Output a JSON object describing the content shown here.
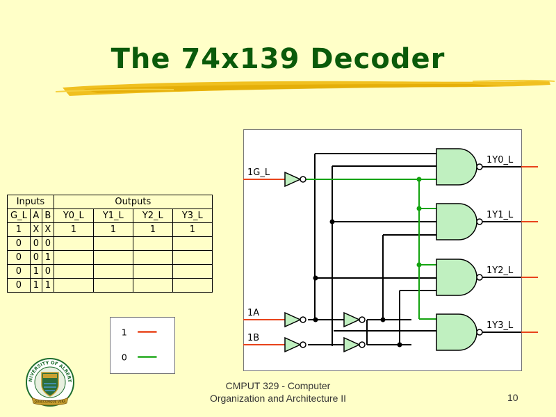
{
  "slide": {
    "title": "The 74x139 Decoder",
    "footer_line1": "CMPUT 329 - Computer",
    "footer_line2": "Organization and Architecture II",
    "page_number": "10"
  },
  "truth_table": {
    "group_inputs": "Inputs",
    "group_outputs": "Outputs",
    "headers": [
      "G_L",
      "A",
      "B",
      "Y0_L",
      "Y1_L",
      "Y2_L",
      "Y3_L"
    ],
    "rows": [
      [
        "1",
        "X",
        "X",
        "1",
        "1",
        "1",
        "1"
      ],
      [
        "0",
        "0",
        "0",
        "",
        "",
        "",
        ""
      ],
      [
        "0",
        "0",
        "1",
        "",
        "",
        "",
        ""
      ],
      [
        "0",
        "1",
        "0",
        "",
        "",
        "",
        ""
      ],
      [
        "0",
        "1",
        "1",
        "",
        "",
        "",
        ""
      ]
    ]
  },
  "legend": {
    "one_label": "1",
    "zero_label": "0",
    "one_color": "#e8431a",
    "zero_color": "#13a30f"
  },
  "circuit": {
    "enable_label": "1G_L",
    "input_a_label": "1A",
    "input_b_label": "1B",
    "outputs": [
      "1Y0_L",
      "1Y1_L",
      "1Y2_L",
      "1Y3_L"
    ]
  },
  "logo": {
    "text_top": "UNIVERSITY OF ALBERTA",
    "motto": "QUAECUMQUE VERA"
  }
}
